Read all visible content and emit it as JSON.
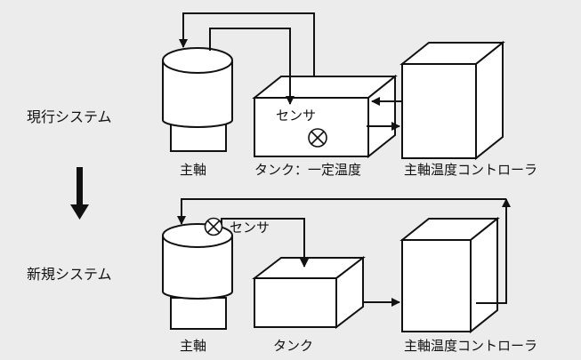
{
  "labels": {
    "current_system": "現行システム",
    "new_system": "新規システム",
    "spindle_top": "主軸",
    "tank_top": "タンク：一定温度",
    "controller_top": "主軸温度コントローラ",
    "sensor_top": "センサ",
    "spindle_bottom": "主軸",
    "tank_bottom": "タンク",
    "controller_bottom": "主軸温度コントローラ",
    "sensor_bottom": "センサ"
  },
  "colors": {
    "background": "#ececec",
    "stroke": "#111111"
  },
  "icons": {
    "sensor_symbol": "circle-with-x",
    "transition_arrow": "arrow-down"
  }
}
